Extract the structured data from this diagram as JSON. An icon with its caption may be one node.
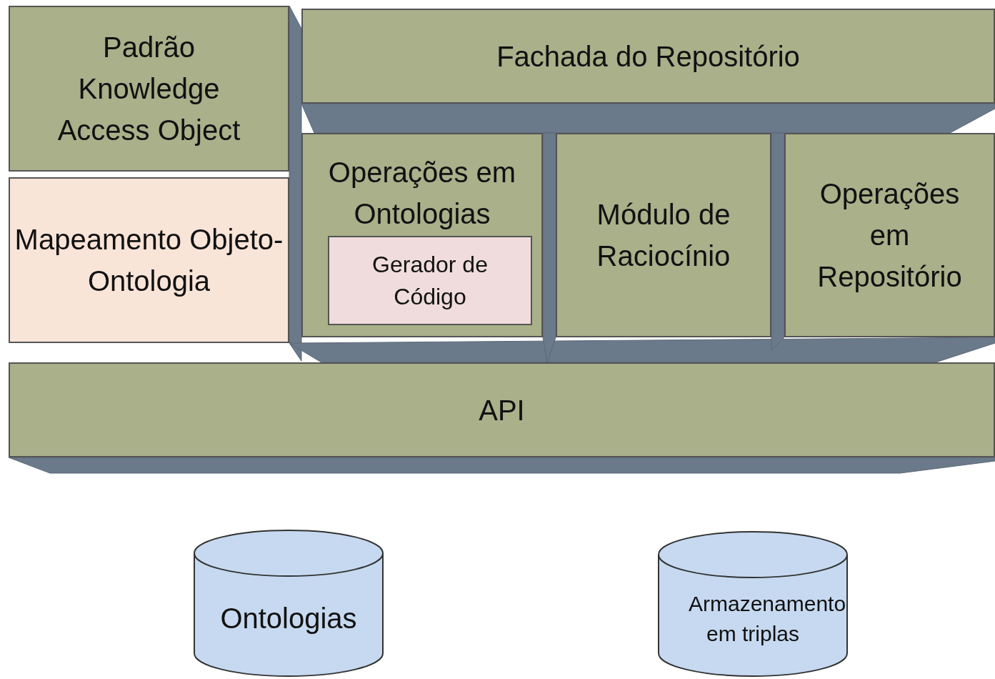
{
  "diagram": {
    "nodes": [
      {
        "text": [
          "Padrão Knowledge Access Object"
        ]
      },
      {
        "text": [
          "Fachada do Repositório"
        ]
      },
      {
        "text": [
          "Mapeamento Objeto-Ontologia"
        ]
      },
      {
        "text": [
          "Operações em Ontologias"
        ]
      },
      {
        "text": [
          "Gerador de Código"
        ],
        "in": 3
      },
      {
        "text": [
          "Módulo de Raciocínio"
        ]
      },
      {
        "text": [
          "Operações em Repositório"
        ]
      },
      {
        "text": [
          "API"
        ]
      },
      {
        "text": [
          "Ontologias"
        ]
      },
      {
        "text": [
          "Armazenamento em triplas"
        ]
      }
    ]
  }
}
